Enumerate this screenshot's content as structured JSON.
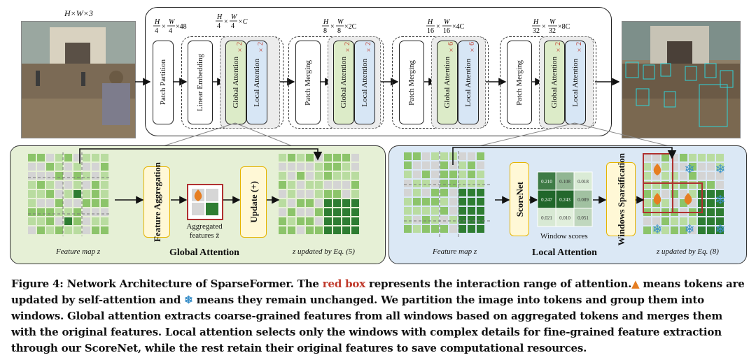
{
  "input_label": "H×W×3",
  "stage_dims": [
    {
      "t1": "H",
      "b1": "4",
      "t2": "W",
      "b2": "4",
      "tail": "×48"
    },
    {
      "t1": "H",
      "b1": "4",
      "t2": "W",
      "b2": "4",
      "tail": "×C"
    },
    {
      "t1": "H",
      "b1": "8",
      "t2": "W",
      "b2": "8",
      "tail": "×2C"
    },
    {
      "t1": "H",
      "b1": "16",
      "t2": "W",
      "b2": "16",
      "tail": "×4C"
    },
    {
      "t1": "H",
      "b1": "32",
      "t2": "W",
      "b2": "32",
      "tail": "×8C"
    }
  ],
  "blocks": {
    "patch_partition": "Patch Partition",
    "linear_embedding": "Linear Embedding",
    "patch_merging": "Patch Merging",
    "global_attention": "Global Attention",
    "local_attention": "Local Attention"
  },
  "multipliers": {
    "s1": "×2",
    "s2": "×2",
    "s3": "×6",
    "s4": "×2"
  },
  "global_panel": {
    "title": "Global Attention",
    "feature_map_label": "Feature map z",
    "aggregation_label": "Feature Aggregation",
    "aggregated_label": "Aggregated features z̄",
    "update_label": "Update (+)",
    "updated_label": "z updated by Eq. (5)"
  },
  "local_panel": {
    "title": "Local Attention",
    "feature_map_label": "Feature map z",
    "scorenet_label": "ScoreNet",
    "window_scores_label": "Window scores",
    "sparsification_label": "Windows Sparsification",
    "updated_label": "z updated by Eq. (8)",
    "scores": [
      [
        "0.210",
        "0.108",
        "0.018"
      ],
      [
        "0.247",
        "0.243",
        "0.089"
      ],
      [
        "0.021",
        "0.010",
        "0.051"
      ]
    ]
  },
  "caption": {
    "fig": "Figure 4: Network Architecture of SparseFormer. The ",
    "red_box": "red box",
    "p1": " represents the interaction range of attention.",
    "p2": " means tokens are updated by self-attention and ",
    "p3": " means they remain unchanged. We partition the image into tokens and group them into windows. Global attention extracts coarse-grained features from all windows based on aggregated tokens and merges them with the original features. Local attention selects only the windows with complex details for fine-grained feature extraction through our ScoreNet, while the rest retain their original features to save computational resources."
  },
  "colors": {
    "ga": "#dcebc8",
    "la": "#d7e6f5",
    "yellow": "#fff8d6",
    "red": "#c0392b"
  }
}
